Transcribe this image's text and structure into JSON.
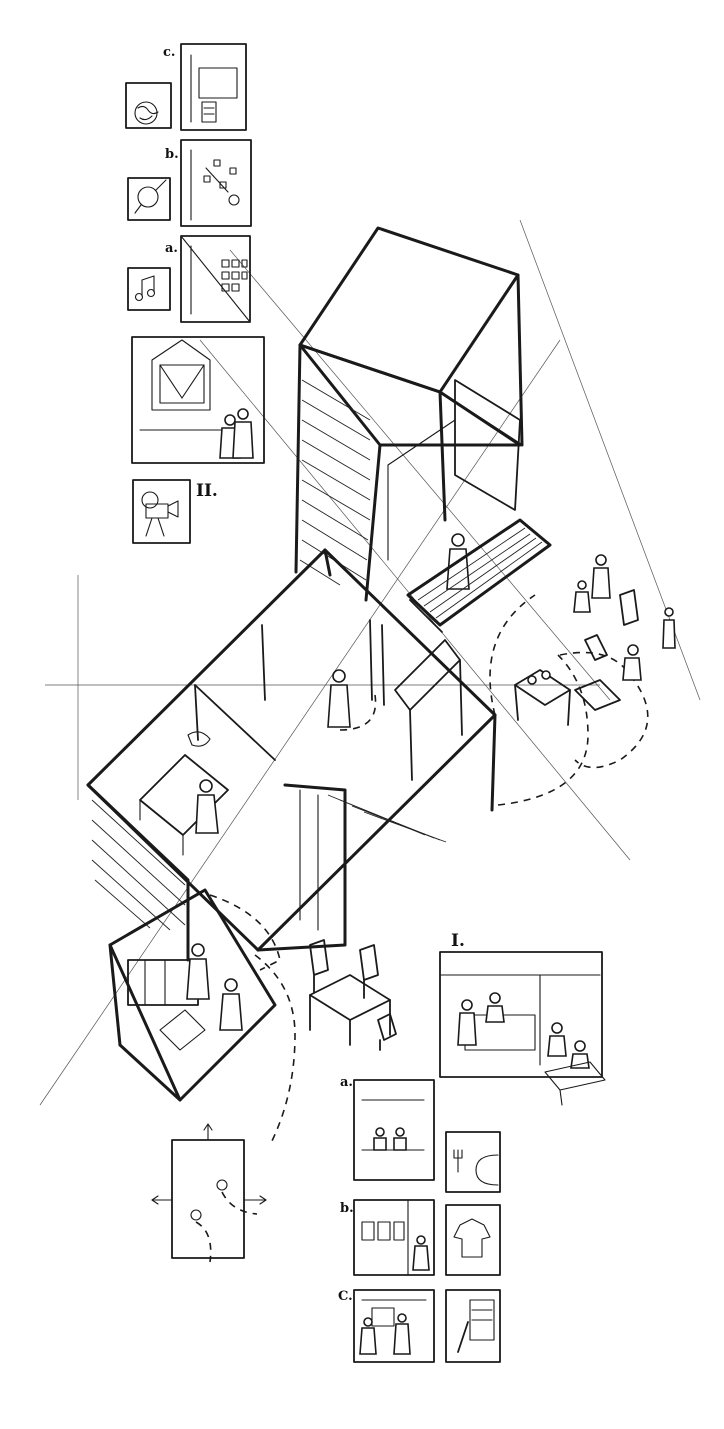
{
  "sequence_top": {
    "heading": "II.",
    "panel_labels": [
      "c.",
      "b.",
      "a."
    ]
  },
  "sequence_bottom": {
    "heading": "I.",
    "panel_labels": [
      "a.",
      "b.",
      "C."
    ]
  }
}
